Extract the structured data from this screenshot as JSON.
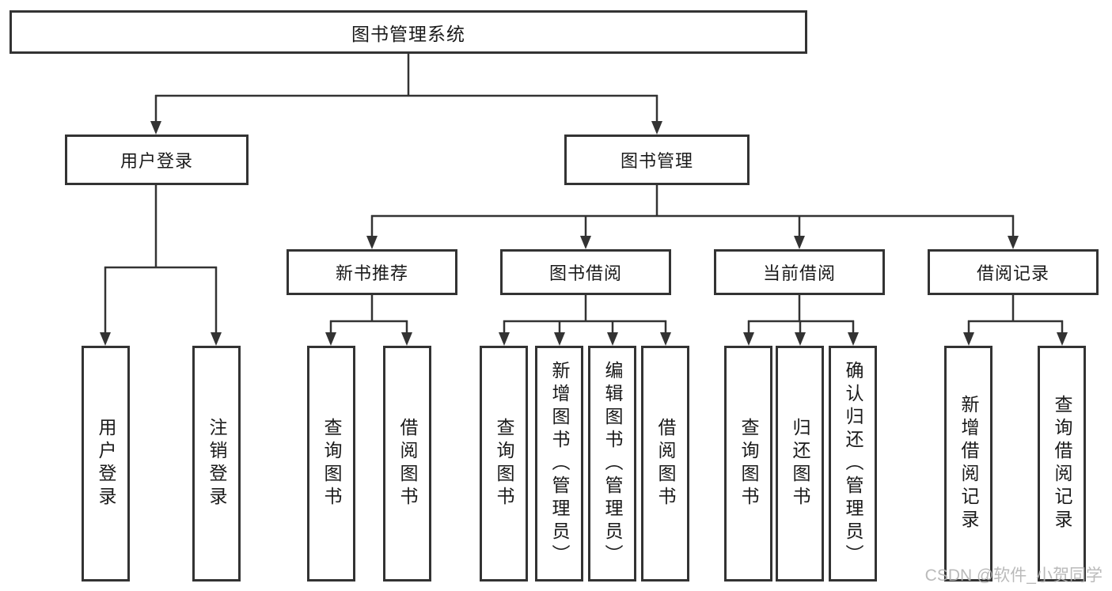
{
  "diagram": {
    "root_label": "图书管理系统",
    "user_login": {
      "label": "用户登录",
      "children": [
        "用户登录",
        "注销登录"
      ]
    },
    "book_management": {
      "label": "图书管理",
      "sections": [
        {
          "label": "新书推荐",
          "children": [
            "查询图书",
            "借阅图书"
          ]
        },
        {
          "label": "图书借阅",
          "children": [
            "查询图书",
            "新增图书（管理员）",
            "编辑图书（管理员）",
            "借阅图书"
          ]
        },
        {
          "label": "当前借阅",
          "children": [
            "查询图书",
            "归还图书",
            "确认归还（管理员）"
          ]
        },
        {
          "label": "借阅记录",
          "children": [
            "新增借阅记录",
            "查询借阅记录"
          ]
        }
      ]
    }
  },
  "watermark": "CSDN @软件_小贺同学",
  "colors": {
    "line": "#333333",
    "text": "#1a1a1a",
    "background": "#ffffff",
    "watermark": "#b3b3b3"
  }
}
